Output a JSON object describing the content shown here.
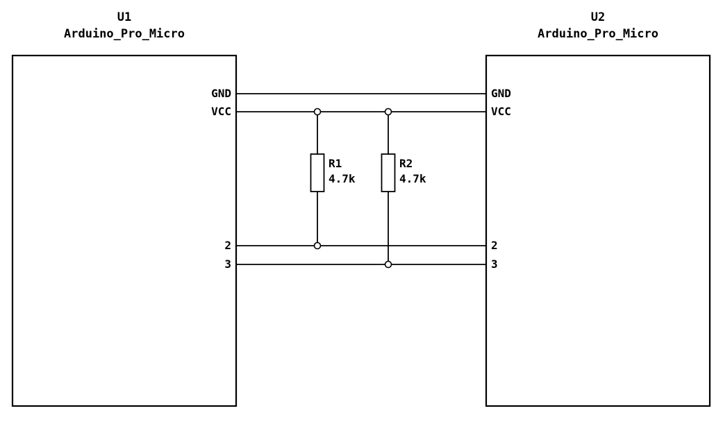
{
  "schematic": {
    "colors": {
      "stroke": "#000000",
      "background": "#ffffff"
    },
    "components": [
      {
        "ref": "U1",
        "value": "Arduino_Pro_Micro",
        "pins": [
          "GND",
          "VCC",
          "2",
          "3"
        ]
      },
      {
        "ref": "U2",
        "value": "Arduino_Pro_Micro",
        "pins": [
          "GND",
          "VCC",
          "2",
          "3"
        ]
      }
    ],
    "resistors": [
      {
        "ref": "R1",
        "value": "4.7k"
      },
      {
        "ref": "R2",
        "value": "4.7k"
      }
    ]
  }
}
